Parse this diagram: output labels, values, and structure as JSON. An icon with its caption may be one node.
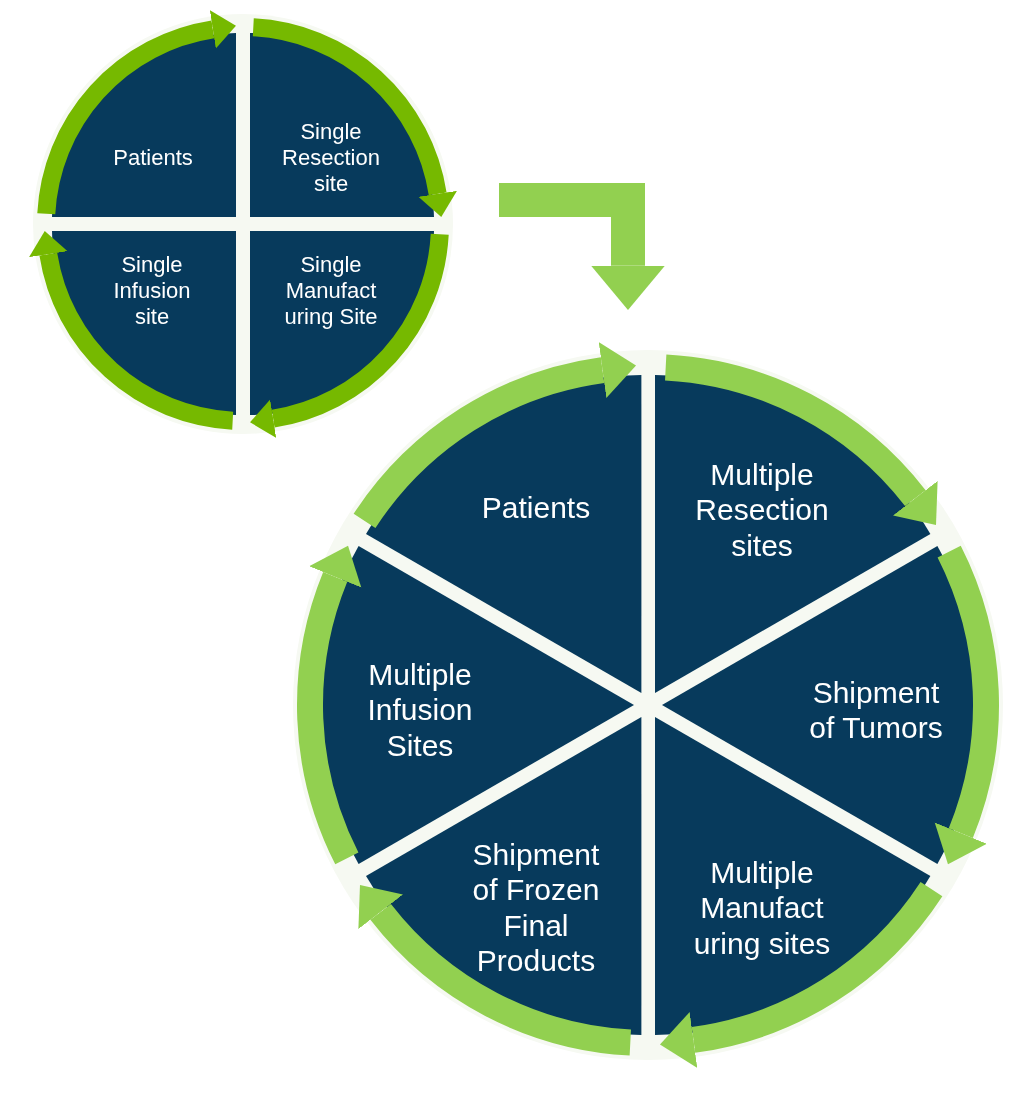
{
  "diagram": {
    "nodes": [
      {
        "text": [],
        "shape": "circle"
      },
      {
        "text": [
          "Patients"
        ],
        "in": 0
      },
      {
        "text": [
          "Single Resection site"
        ],
        "in": 0
      },
      {
        "text": [
          "Single Manufact uring Site"
        ],
        "in": 0
      },
      {
        "text": [
          "Single Infusion site"
        ],
        "in": 0
      },
      {
        "text": [],
        "shape": "circle"
      },
      {
        "text": [
          "Patients"
        ],
        "in": 5
      },
      {
        "text": [
          "Multiple Resection sites"
        ],
        "in": 5
      },
      {
        "text": [
          "Shipment of Tumors"
        ],
        "in": 5
      },
      {
        "text": [
          "Multiple Manufact uring sites"
        ],
        "in": 5
      },
      {
        "text": [
          "Shipment of Frozen Final Products"
        ],
        "in": 5
      },
      {
        "text": [
          "Multiple Infusion Sites"
        ],
        "in": 5
      }
    ],
    "edges": [
      {
        "from": 1,
        "to": 2,
        "arrow": "to",
        "color": "#76b900"
      },
      {
        "from": 2,
        "to": 3,
        "arrow": "to",
        "color": "#76b900"
      },
      {
        "from": 3,
        "to": 4,
        "arrow": "to",
        "color": "#76b900"
      },
      {
        "from": 4,
        "to": 1,
        "arrow": "to",
        "color": "#76b900"
      },
      {
        "from": 6,
        "to": 7,
        "arrow": "to"
      },
      {
        "from": 7,
        "to": 8,
        "arrow": "to"
      },
      {
        "from": 8,
        "to": 9,
        "arrow": "to"
      },
      {
        "from": 9,
        "to": 10,
        "arrow": "to"
      },
      {
        "from": 10,
        "to": 11,
        "arrow": "to"
      },
      {
        "from": 11,
        "to": 6,
        "arrow": "to"
      },
      {
        "from": 0,
        "to": 5,
        "arrow": "to"
      }
    ]
  }
}
